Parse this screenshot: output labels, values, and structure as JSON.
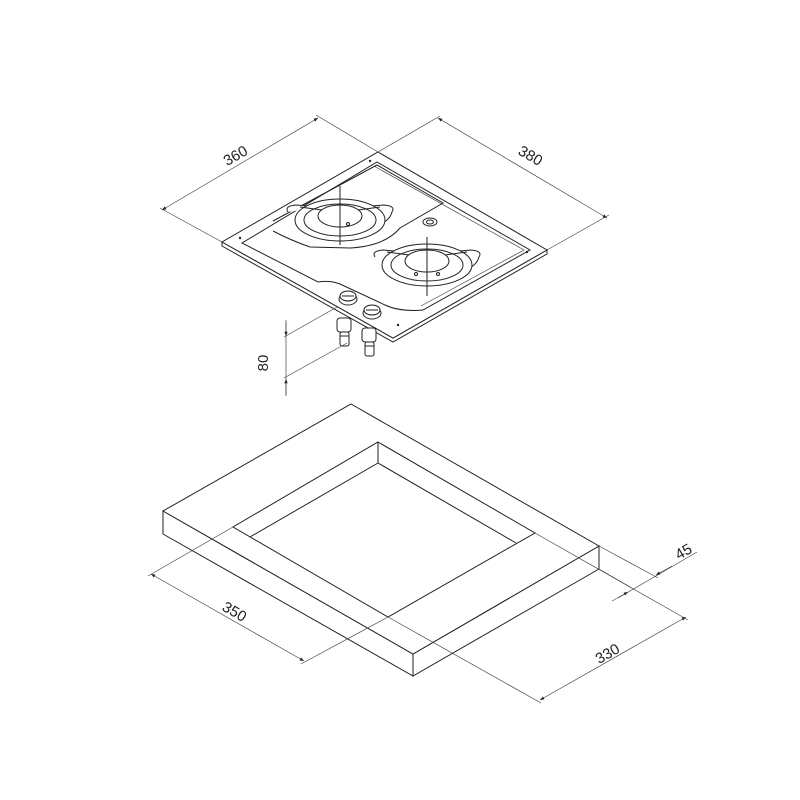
{
  "drawing": {
    "cooktop": {
      "width_dim": "360",
      "depth_dim": "380",
      "height_below_dim": "80"
    },
    "cutout": {
      "width_dim": "350",
      "depth_dim": "330",
      "thickness_dim": "45"
    },
    "line_color": "#222222",
    "background": "#ffffff"
  }
}
